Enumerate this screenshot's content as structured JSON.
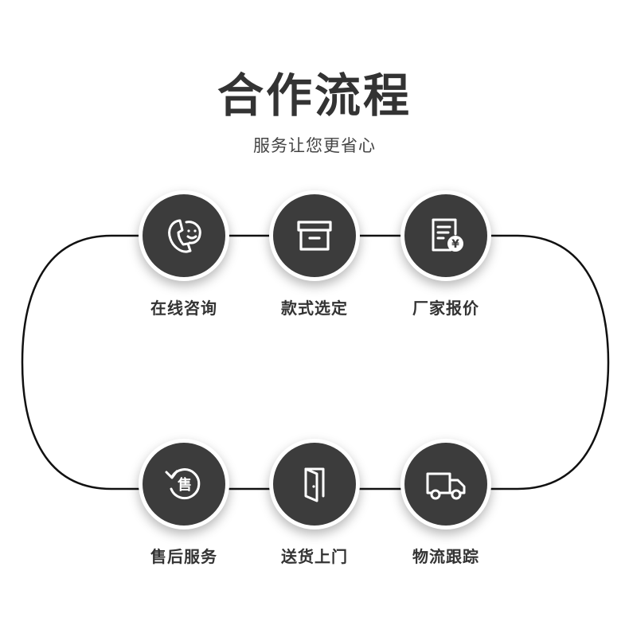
{
  "header": {
    "title": "合作流程",
    "subtitle": "服务让您更省心"
  },
  "steps": [
    {
      "label": "在线咨询",
      "icon": "phone-chat-icon"
    },
    {
      "label": "款式选定",
      "icon": "box-icon"
    },
    {
      "label": "厂家报价",
      "icon": "quote-document-icon"
    },
    {
      "label": "售后服务",
      "icon": "after-sales-icon",
      "icon_text": "售"
    },
    {
      "label": "送货上门",
      "icon": "door-icon"
    },
    {
      "label": "物流跟踪",
      "icon": "truck-icon"
    }
  ],
  "colors": {
    "circle": "#3c3c3c",
    "text": "#333333",
    "line": "#111111"
  }
}
